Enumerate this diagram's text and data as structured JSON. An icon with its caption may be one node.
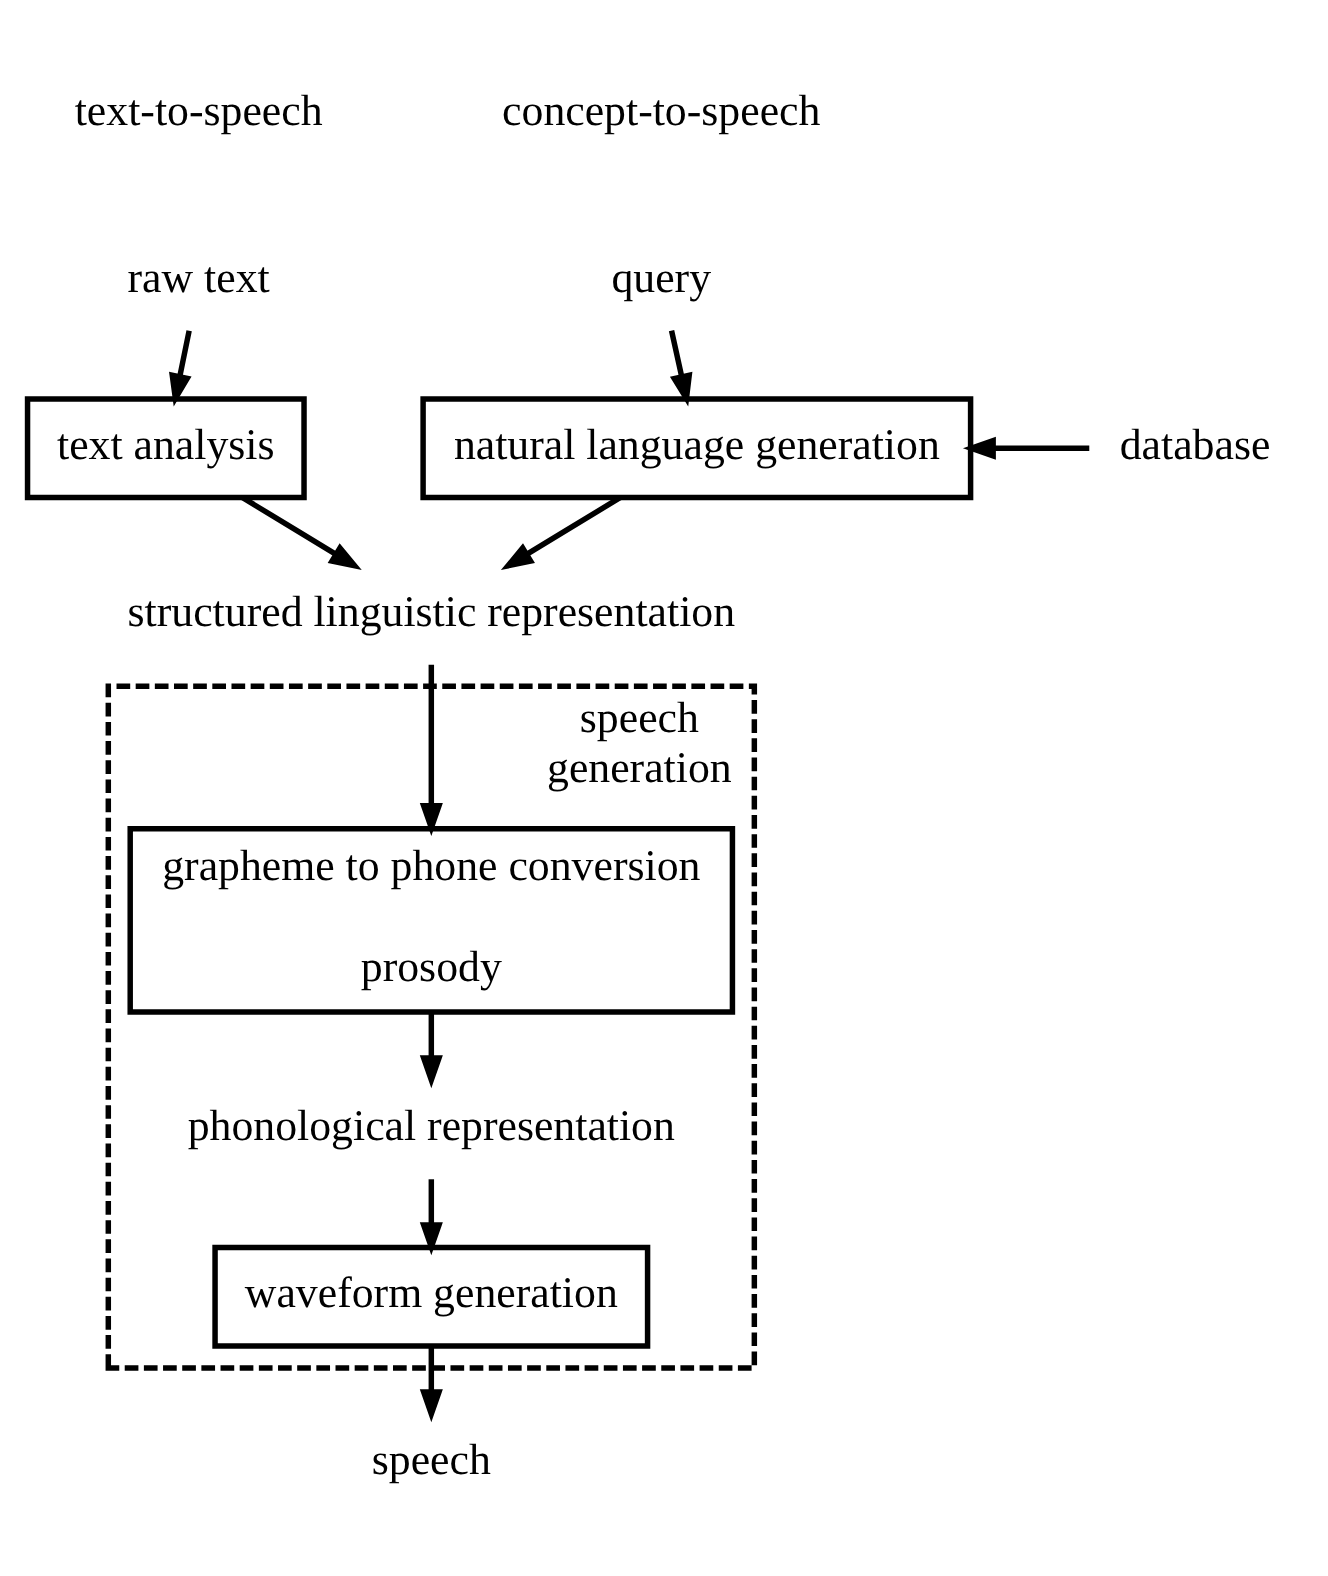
{
  "diagram": {
    "nodes": [
      {
        "text": [
          "raw text"
        ]
      },
      {
        "text": [
          "text analysis"
        ]
      },
      {
        "text": [
          "query"
        ]
      },
      {
        "text": [
          "natural language generation"
        ]
      },
      {
        "text": [
          "database"
        ]
      },
      {
        "text": [
          "structured linguistic representation"
        ]
      },
      {
        "text": [
          "speech generation"
        ]
      },
      {
        "text": [
          "grapheme to phone conversion",
          "prosody"
        ],
        "in": 6
      },
      {
        "text": [
          "phonological representation"
        ],
        "in": 6
      },
      {
        "text": [
          "waveform generation"
        ],
        "in": 6
      },
      {
        "text": [
          "speech"
        ]
      }
    ],
    "edges": [
      {
        "from": 0,
        "to": 1,
        "arrow": "to"
      },
      {
        "from": 2,
        "to": 3,
        "arrow": "to"
      },
      {
        "from": 4,
        "to": 3,
        "arrow": "to"
      },
      {
        "from": 1,
        "to": 5,
        "arrow": "to"
      },
      {
        "from": 3,
        "to": 5,
        "arrow": "to"
      },
      {
        "from": 5,
        "to": 7,
        "arrow": "to"
      },
      {
        "from": 7,
        "to": 8,
        "arrow": "to"
      },
      {
        "from": 8,
        "to": 9,
        "arrow": "to"
      },
      {
        "from": 9,
        "to": 10,
        "arrow": "to"
      }
    ],
    "labels": [
      "text-to-speech",
      "concept-to-speech"
    ]
  }
}
